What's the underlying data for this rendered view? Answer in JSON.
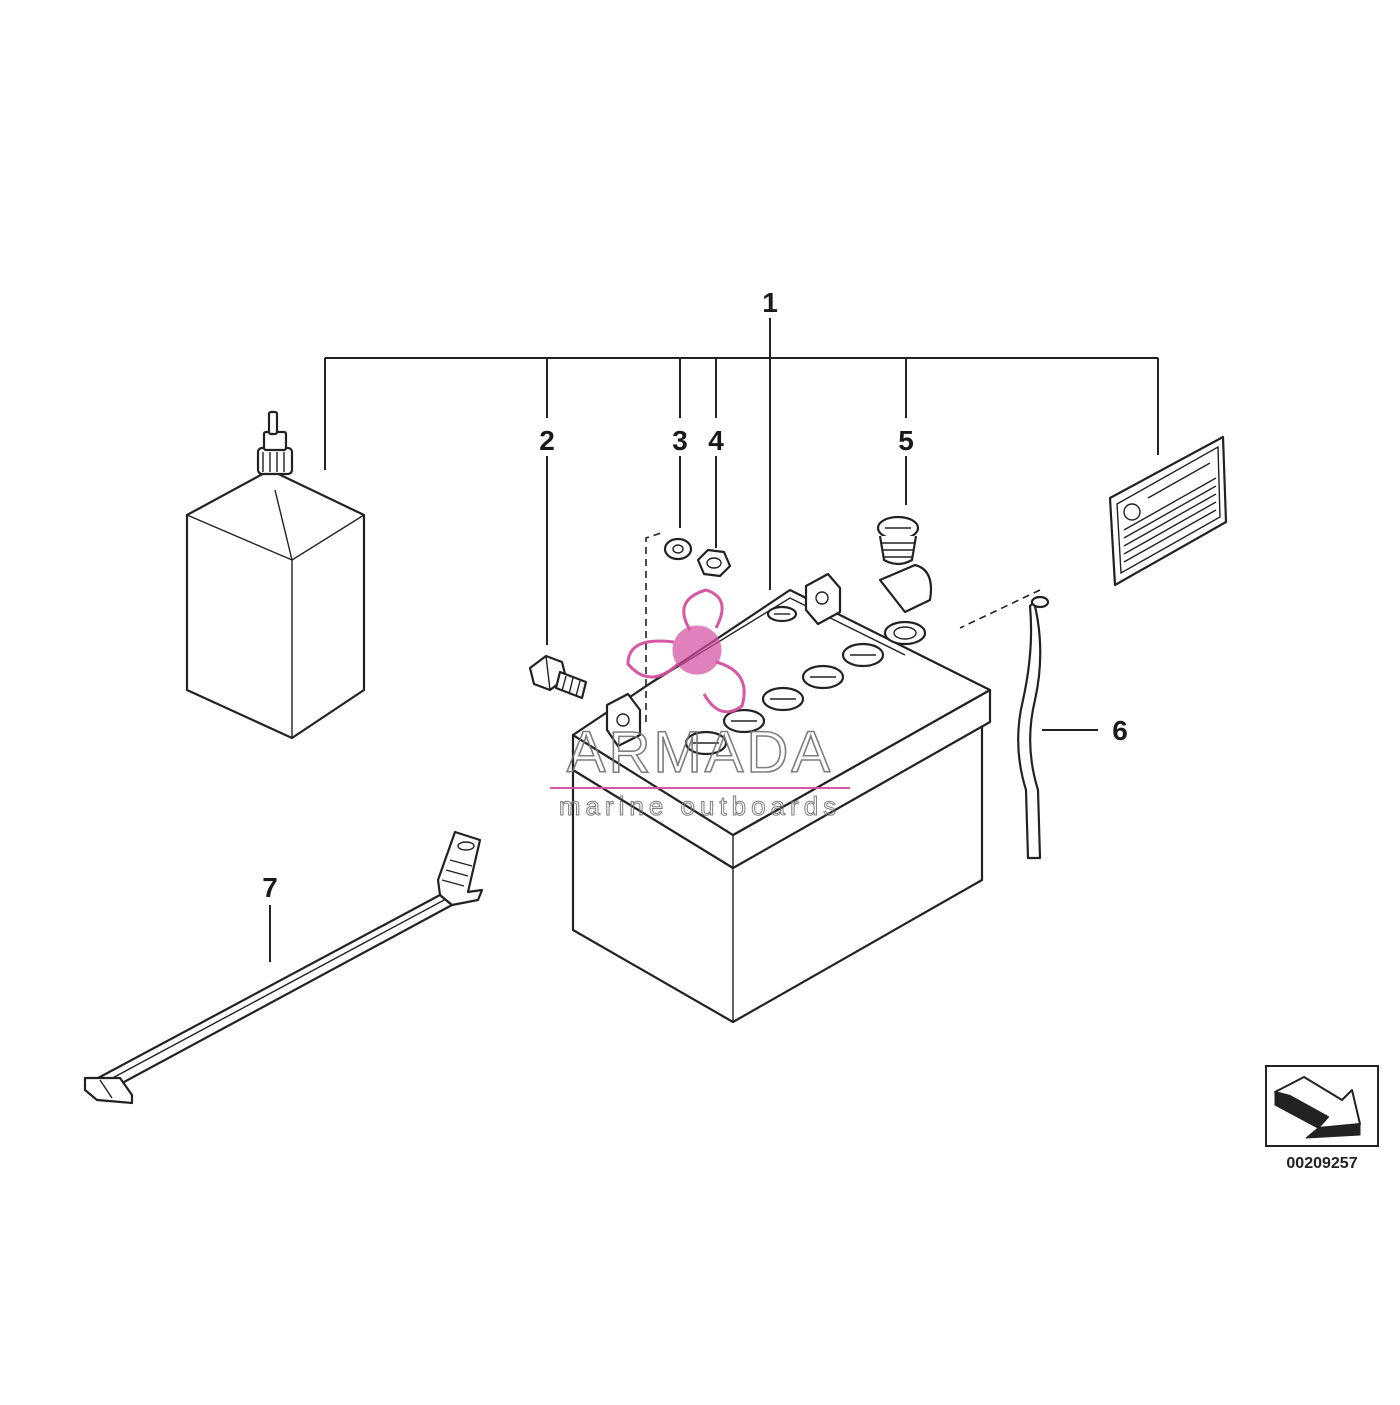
{
  "callouts": {
    "c1": "1",
    "c2": "2",
    "c3": "3",
    "c4": "4",
    "c5": "5",
    "c6": "6",
    "c7": "7"
  },
  "watermark": {
    "brand": "ARMADA",
    "tagline": "marine outboards",
    "color": "#d64fa0"
  },
  "reference_number": "00209257",
  "icons": {
    "orientation": "direction-arrow-icon"
  }
}
